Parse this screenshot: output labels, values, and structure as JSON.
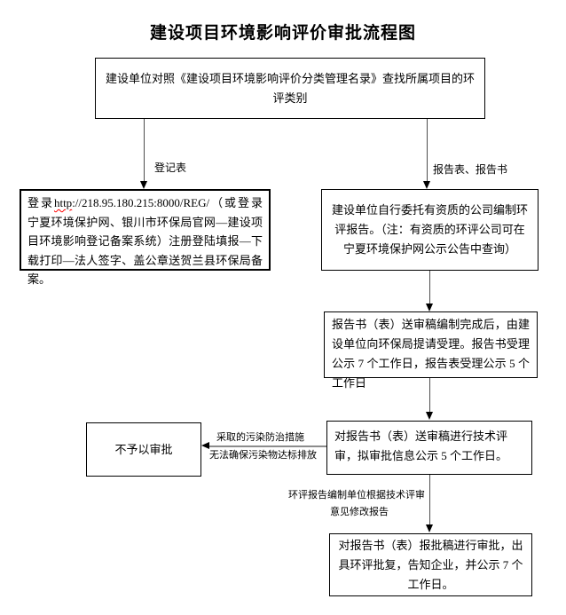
{
  "title": "建设项目环境影响评价审批流程图",
  "colors": {
    "background": "#ffffff",
    "box_border": "#000000",
    "connector_line": "#4d4d4d",
    "reject_connector_line": "#8c8c8c",
    "arrowhead": "#000000",
    "text": "#000000",
    "spellcheck_underline": "#ff0000"
  },
  "flow": {
    "step_classify": "建设单位对照《建设项目环境影响评价分类管理名录》查找所属项目的环评类别",
    "branch_left_label": "登记表",
    "branch_right_label": "报告表、报告书",
    "step_register": {
      "prefix": "登录",
      "misspelled_word": "http",
      "rest": "://218.95.180.215:8000/REG/（或登录宁夏环境保护网、银川市环保局官网—建设项目环境影响登记备案系统）注册登陆填报—下载打印—法人签字、盖公章送贺兰县环保局备案。"
    },
    "step_entrust": "建设单位自行委托有资质的公司编制环评报告。（注：有资质的环评公司可在宁夏环境保护网公示公告中查询）",
    "step_accept": "报告书（表）送审稿编制完成后，由建设单位向环保局提请受理。报告书受理公示 7 个工作日，报告表受理公示 5 个工作日",
    "step_review": "对报告书（表）送审稿进行技术评审，拟审批信息公示 5 个工作日。",
    "step_reject": "不予以审批",
    "reject_reason_line1": "采取的污染防治措施",
    "reject_reason_line2": "无法确保污染物达标排放",
    "revise_label_line1": "环评报告编制单位根据技术评审",
    "revise_label_line2": "意见修改报告",
    "step_approve": "对报告书（表）报批稿进行审批，出具环评批复，告知企业，并公示 7 个工作日。"
  }
}
